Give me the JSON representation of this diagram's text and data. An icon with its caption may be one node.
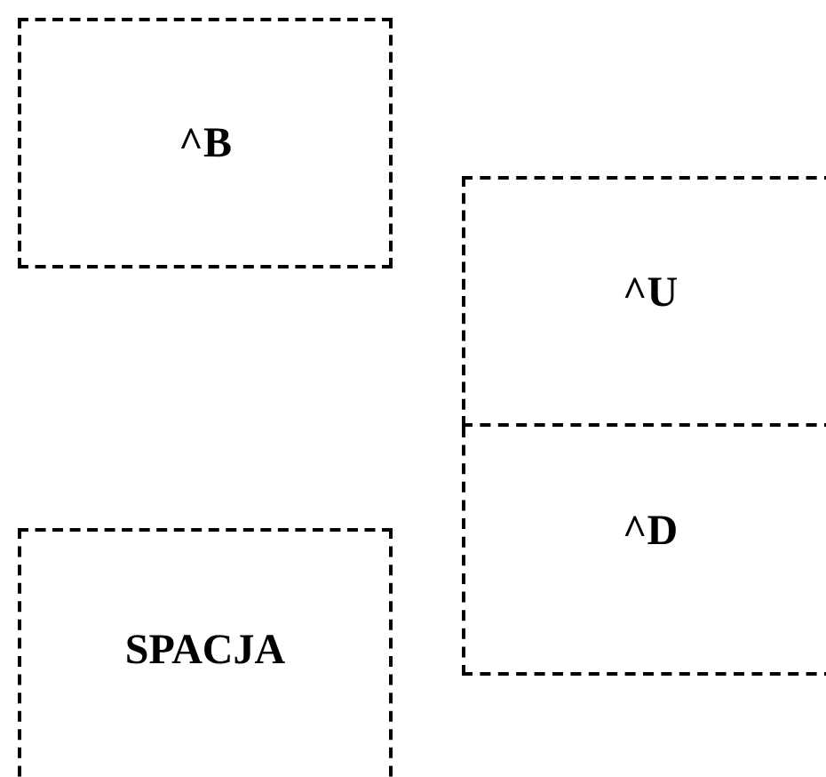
{
  "diagram": {
    "nodes": [
      {
        "text": [
          "^B"
        ]
      },
      {
        "text": [
          "^U"
        ]
      },
      {
        "text": [
          "^D"
        ]
      },
      {
        "text": [
          "SPACJA"
        ]
      }
    ]
  }
}
